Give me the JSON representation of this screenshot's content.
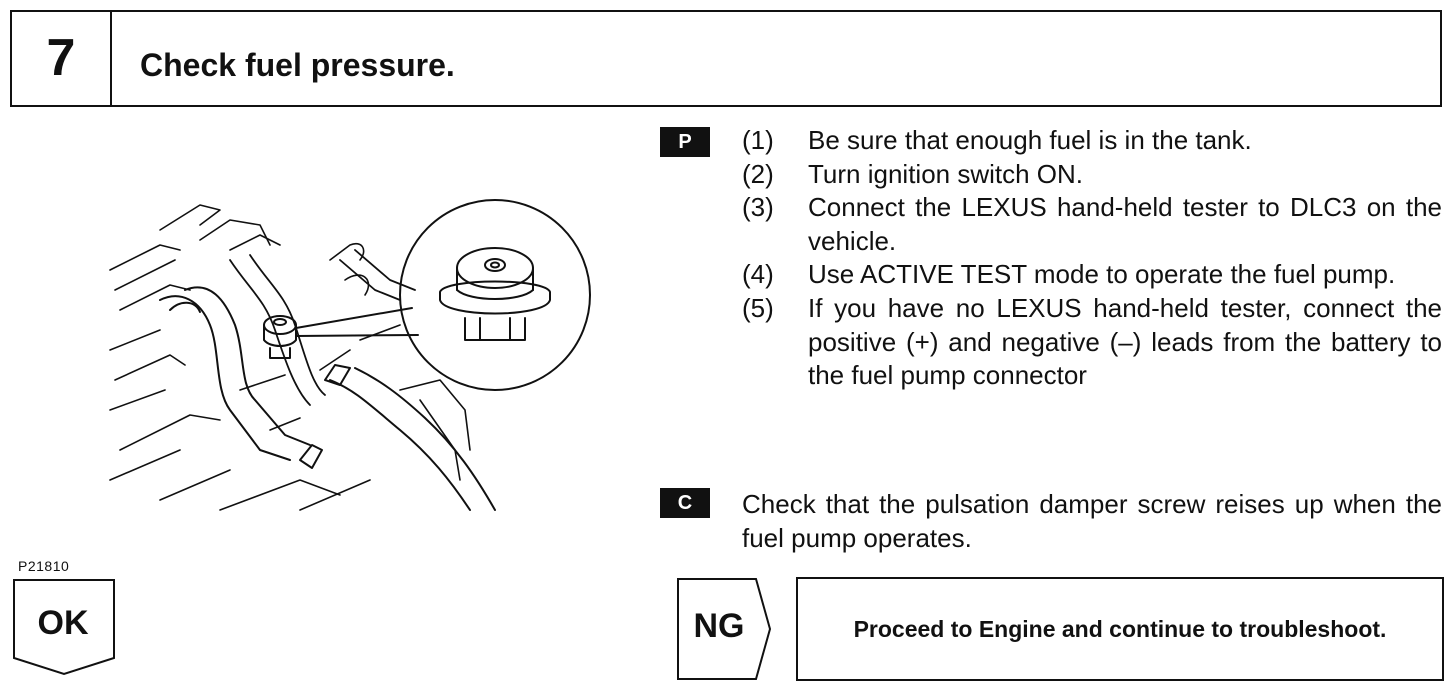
{
  "header": {
    "step_number": "7",
    "title": "Check fuel pressure."
  },
  "figure": {
    "code": "P21810",
    "description_icon": "fuel-pulsation-damper-illustration"
  },
  "procedure": {
    "badge": "P",
    "steps": [
      {
        "num": "(1)",
        "text": "Be sure that enough fuel is in the tank."
      },
      {
        "num": "(2)",
        "text": "Turn ignition switch ON."
      },
      {
        "num": "(3)",
        "text": "Connect the LEXUS hand-held tester to DLC3 on the vehicle."
      },
      {
        "num": "(4)",
        "text": "Use ACTIVE TEST mode to operate the fuel pump."
      },
      {
        "num": "(5)",
        "text": "If you have no LEXUS hand-held tester, connect the positive (+) and negative (–) leads from the battery to the fuel pump connector"
      }
    ]
  },
  "check": {
    "badge": "C",
    "text": "Check that the pulsation damper screw reises up when the fuel pump operates."
  },
  "results": {
    "ok_label": "OK",
    "ng_label": "NG",
    "ng_message": "Proceed to Engine and continue to troubleshoot."
  }
}
